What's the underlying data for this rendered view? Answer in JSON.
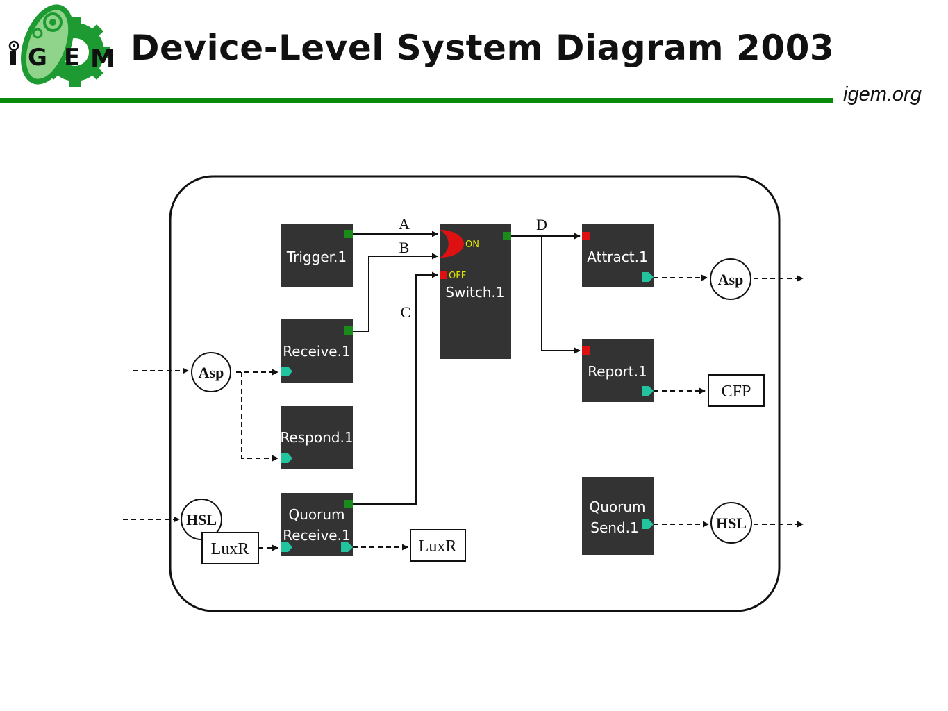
{
  "header": {
    "title": "Device-Level System Diagram 2003",
    "site": "igem.org",
    "logo_text": "iGEM",
    "accent_color": "#0a8a0a"
  },
  "diagram": {
    "blocks": {
      "trigger": [
        "Trigger.1"
      ],
      "receive": [
        "Receive.1"
      ],
      "respond": [
        "Respond.1"
      ],
      "quorum_receive": [
        "Quorum",
        "Receive.1"
      ],
      "switch": [
        "Switch.1"
      ],
      "attract": [
        "Attract.1"
      ],
      "report": [
        "Report.1"
      ],
      "quorum_send": [
        "Quorum",
        "Send.1"
      ]
    },
    "switch_inputs": {
      "on": "ON",
      "off": "OFF"
    },
    "wire_labels": {
      "a": "A",
      "b": "B",
      "c": "C",
      "d": "D"
    },
    "signals": {
      "asp_in": "Asp",
      "hsl_in": "HSL",
      "asp_out": "Asp",
      "hsl_out": "HSL"
    },
    "boxes": {
      "luxr_in": "LuxR",
      "luxr_out": "LuxR",
      "cfp": "CFP"
    },
    "colors": {
      "block": "#333333",
      "output_port": "#1a8a1a",
      "input_port_red": "#dd1111",
      "signal_port": "#22c4a0",
      "switch_mark": "#dd1111",
      "switch_text": "#e8e800"
    }
  }
}
